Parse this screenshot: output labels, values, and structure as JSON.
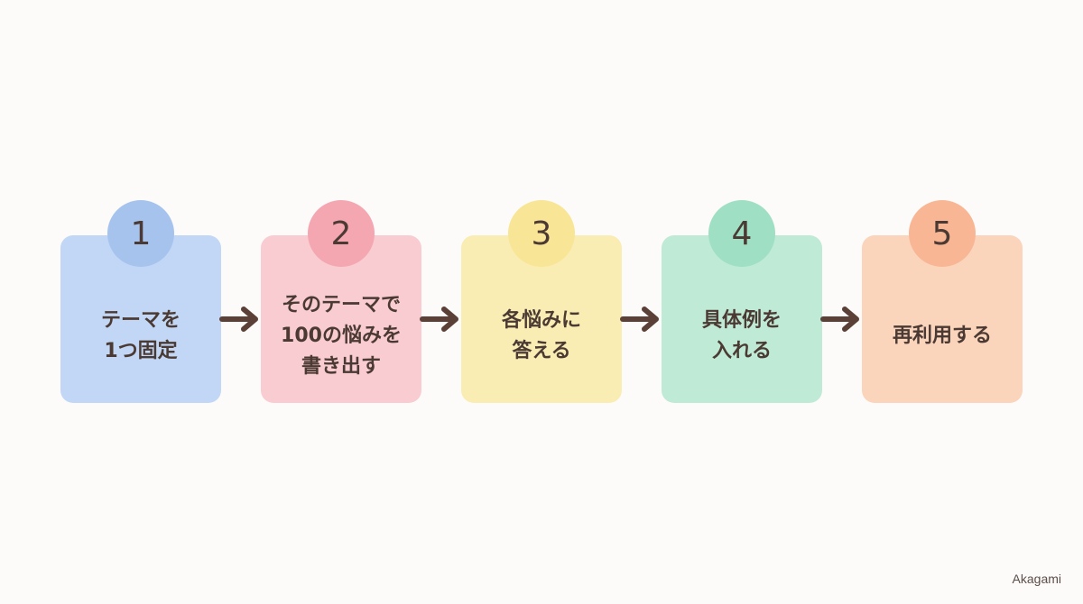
{
  "steps": [
    {
      "number": "1",
      "lines": [
        "テーマを",
        "1つ固定"
      ],
      "card_color": "#c2d7f5",
      "badge_color": "#a6c3ee"
    },
    {
      "number": "2",
      "lines": [
        "そのテーマで",
        "100の悩みを",
        "書き出す"
      ],
      "card_color": "#f9ccd2",
      "badge_color": "#f4a6b1"
    },
    {
      "number": "3",
      "lines": [
        "各悩みに",
        "答える"
      ],
      "card_color": "#f9edb4",
      "badge_color": "#f8e596"
    },
    {
      "number": "4",
      "lines": [
        "具体例を",
        "入れる"
      ],
      "card_color": "#bfead6",
      "badge_color": "#9fdfc3"
    },
    {
      "number": "5",
      "lines": [
        "再利用する"
      ],
      "card_color": "#fbd4bc",
      "badge_color": "#f8b694"
    }
  ],
  "arrow_color": "#5b4038",
  "watermark": "Akagami"
}
